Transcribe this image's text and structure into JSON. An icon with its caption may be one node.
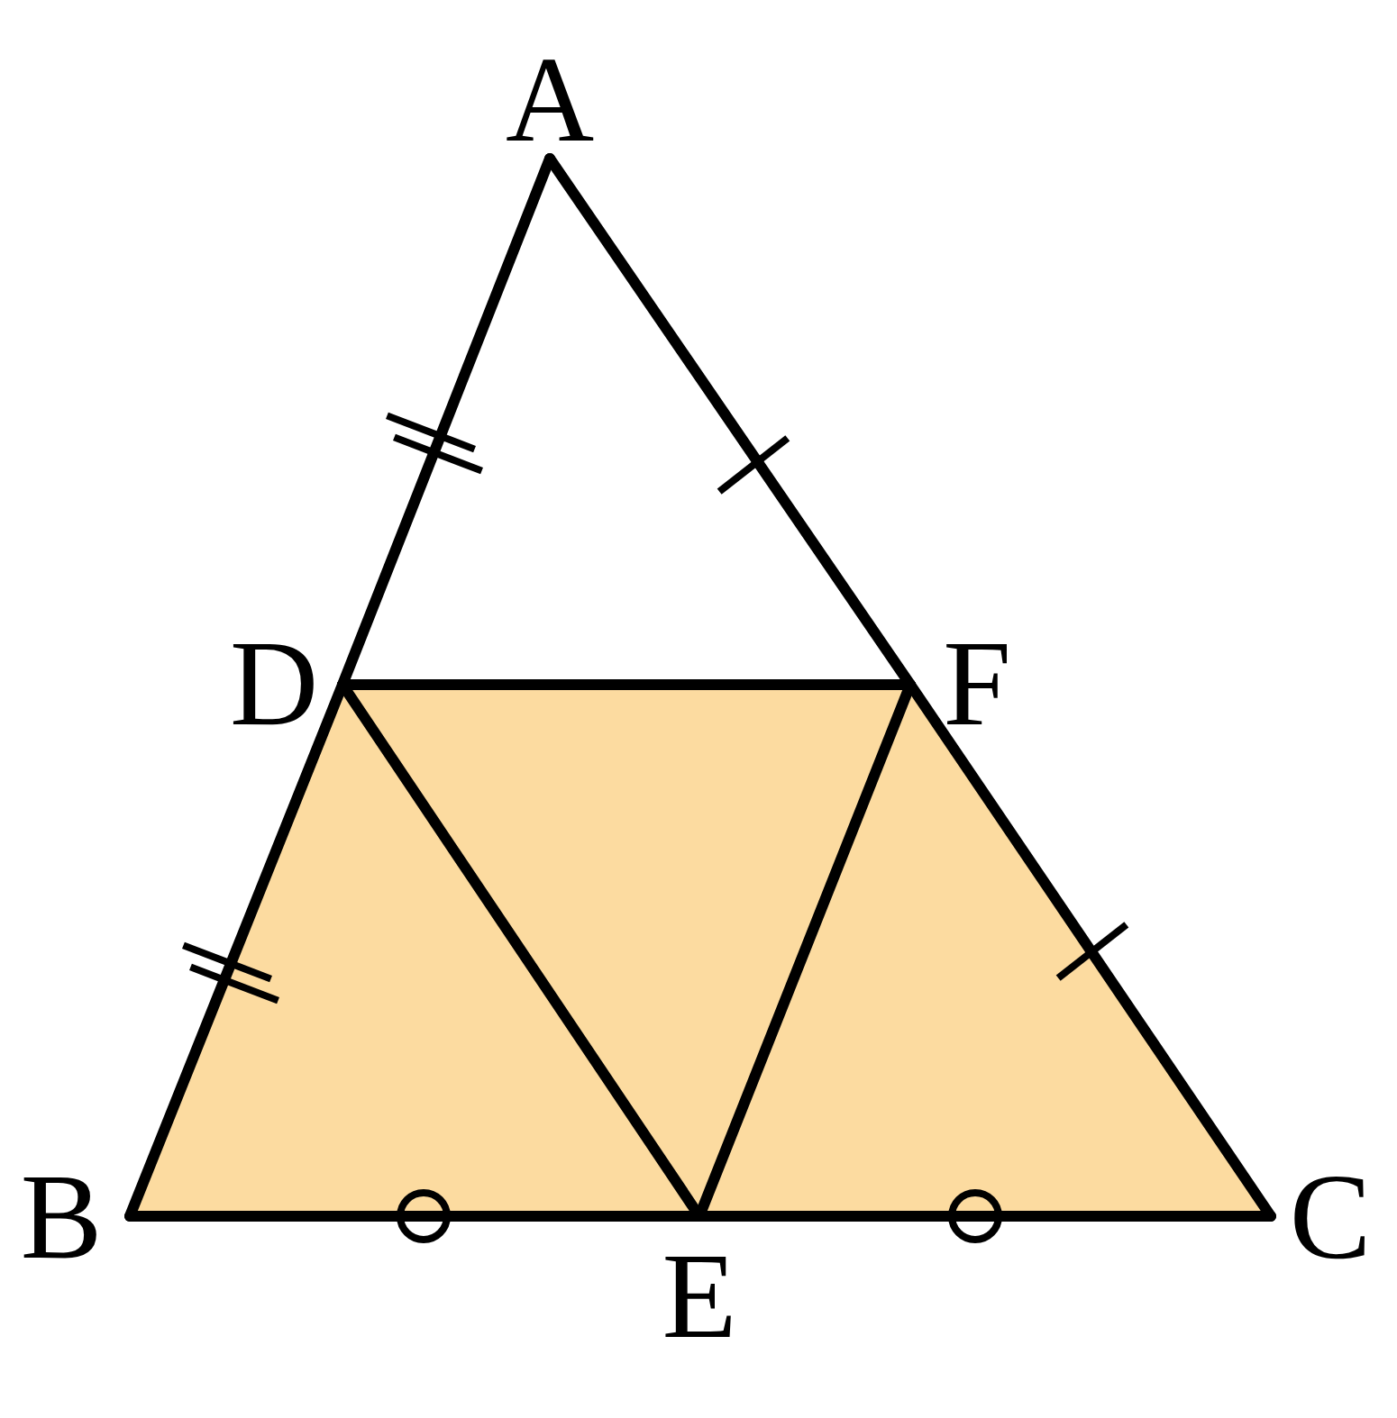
{
  "diagram": {
    "nodes": [
      {
        "text": [
          "A"
        ]
      },
      {
        "text": [
          "B"
        ]
      },
      {
        "text": [
          "C"
        ]
      },
      {
        "text": [
          "D"
        ]
      },
      {
        "text": [
          "E"
        ]
      },
      {
        "text": [
          "F"
        ]
      }
    ],
    "edges": [
      {
        "from": 0,
        "to": 3,
        "arrow": "none"
      },
      {
        "from": 3,
        "to": 1,
        "arrow": "none"
      },
      {
        "from": 0,
        "to": 5,
        "arrow": "none"
      },
      {
        "from": 5,
        "to": 2,
        "arrow": "none"
      },
      {
        "from": 1,
        "to": 4,
        "arrow": "none"
      },
      {
        "from": 4,
        "to": 2,
        "arrow": "none"
      },
      {
        "from": 3,
        "to": 5,
        "arrow": "none"
      },
      {
        "from": 3,
        "to": 4,
        "arrow": "none"
      },
      {
        "from": 4,
        "to": 5,
        "arrow": "none"
      }
    ]
  }
}
